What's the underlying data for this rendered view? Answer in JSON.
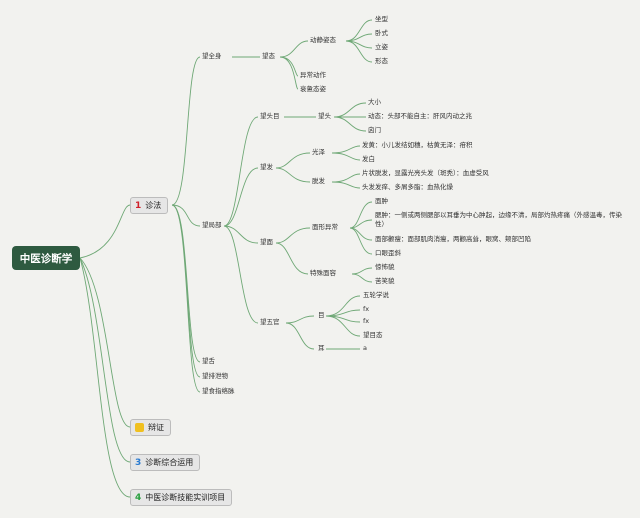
{
  "root": "中医诊断学",
  "branches": [
    {
      "num": "1",
      "label": "诊法",
      "color": "#d0202a"
    },
    {
      "num": "",
      "label": "辩证",
      "color": "#f0c020"
    },
    {
      "num": "3",
      "label": "诊断综合运用",
      "color": "#2a7bd0"
    },
    {
      "num": "4",
      "label": "中医诊断技能实训项目",
      "color": "#2aa040"
    }
  ],
  "nodes": {
    "wang_quanshen": "望全身",
    "wang_shen": "望态",
    "dong_jing": "动静姿态",
    "zuo_xing": "坐型",
    "wo_shi": "卧式",
    "li_zi": "立姿",
    "xing_tai": "形态",
    "yichang_dongzuo": "异常动作",
    "shuai_huai": "衰惫态姿",
    "wang_toumu": "望头目",
    "wang_tou": "望头",
    "da_xiao": "大小",
    "dong_tai": "动态：头部不能自主：肝风内动之兆",
    "xin_men": "囟门",
    "wang_fa": "望发",
    "guang_ze": "光泽",
    "fa_huang": "发黄：小儿发结如穗，枯黄无泽：疳积",
    "fa_bai": "发白",
    "tuo_fa": "脱发",
    "pian_zhuang": "片状脱发，显露光亮头发（斑秃）：血虚受风",
    "tou_fa_tuo": "头发发痒、多屑多脂：血热化燥",
    "wang_jubu": "望局部",
    "wang_mian": "望面",
    "mian_xing": "面形异常",
    "mian_zhong": "面肿",
    "sai_zhong": "腮肿：一侧或两侧腮部以耳垂为中心肿起，边缘不清，局部灼热疼痛（外感温毒，传染性）",
    "mian_bu": "面部颧瘦：面部肌肉消瘦，两颧高耸，眼窝、颊部凹陷",
    "kou_yan": "口眼歪斜",
    "te_shu": "特殊面容",
    "jing_kong": "惊怖貌",
    "ku_xiao": "苦笑貌",
    "wang_wuguan": "望五官",
    "mu": "目",
    "wu_lun": "五轮学说",
    "fx1": "fx",
    "fx2": "fx",
    "wang_mu": "望目态",
    "er": "耳",
    "a": "a",
    "wang_she": "望舌",
    "wang_pai": "望排泄物",
    "wang_shi": "望食指络脉"
  }
}
